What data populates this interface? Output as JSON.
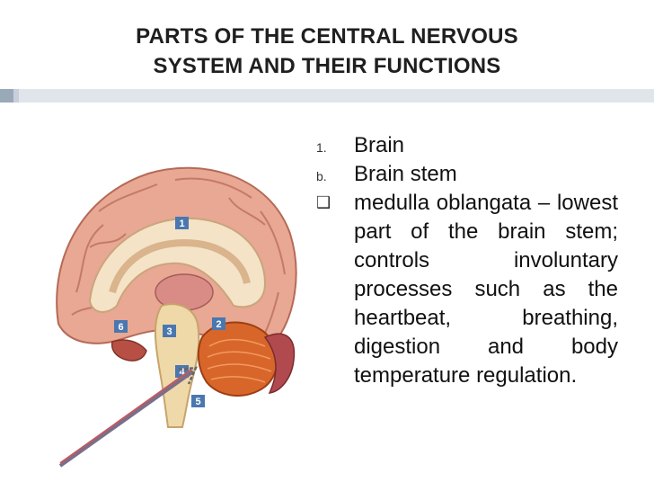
{
  "slide": {
    "title_line1": "PARTS OF THE CENTRAL NERVOUS",
    "title_line2": "SYSTEM AND THEIR FUNCTIONS"
  },
  "list": [
    {
      "marker": "1.",
      "text": "Brain"
    },
    {
      "marker": "b.",
      "text": "Brain stem"
    },
    {
      "marker": "❑",
      "text": "medulla oblangata – lowest part of the brain stem; controls involuntary processes such as the heartbeat, breathing,  digestion    and body temperature regulation."
    }
  ],
  "figure": {
    "labels": [
      "1",
      "2",
      "3",
      "4",
      "5",
      "6"
    ]
  },
  "colors": {
    "accent_bar": "#c7d0da",
    "accent_square": "#9aa9b8",
    "badge": "#4a77b0",
    "arrow": "#b0505a"
  }
}
